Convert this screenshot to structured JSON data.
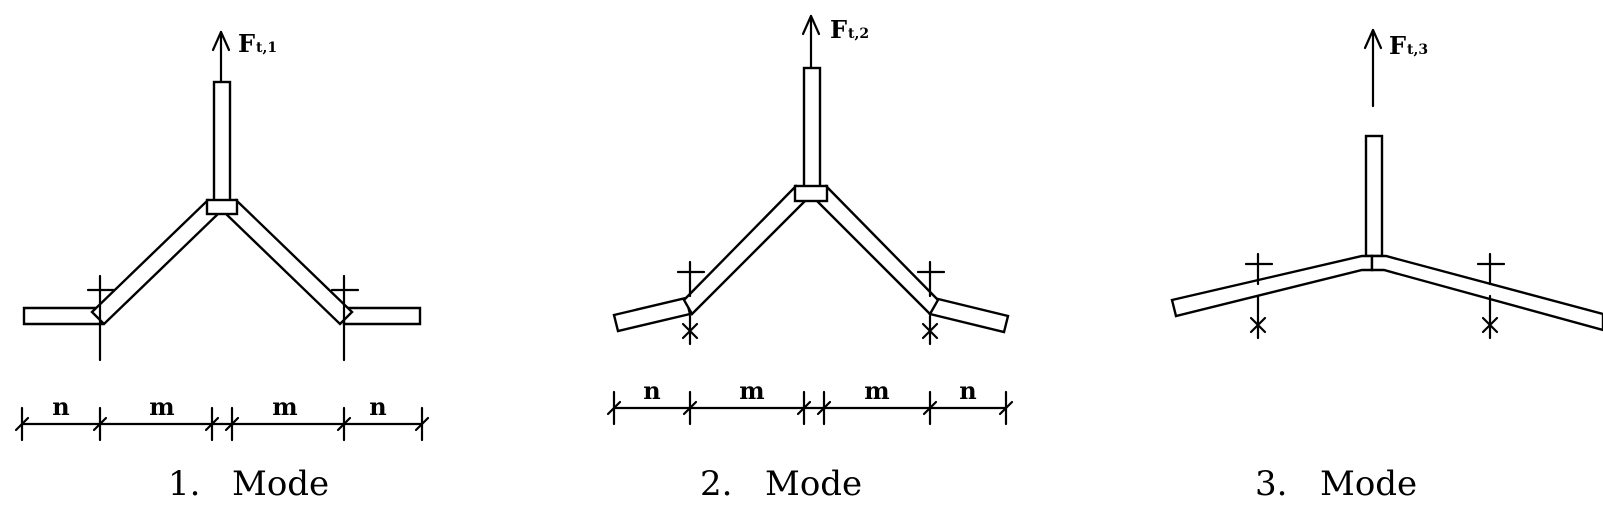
{
  "panels": [
    {
      "force_symbol": "F",
      "force_subscript": "t,1",
      "dimensions": [
        "n",
        "m",
        "m",
        "n"
      ],
      "mode_number": "1.",
      "mode_text": "Mode"
    },
    {
      "force_symbol": "F",
      "force_subscript": "t,2",
      "dimensions": [
        "n",
        "m",
        "m",
        "n"
      ],
      "mode_number": "2.",
      "mode_text": "Mode"
    },
    {
      "force_symbol": "F",
      "force_subscript": "t,3",
      "mode_number": "3.",
      "mode_text": "Mode"
    }
  ]
}
